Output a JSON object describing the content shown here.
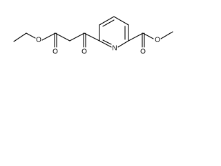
{
  "molecule": {
    "atoms": {
      "ester_o_left": "O",
      "carbonyl_o_left": "O",
      "ketone_o": "O",
      "ring_n": "N",
      "carbonyl_o_right": "O",
      "ester_o_right": "O"
    }
  },
  "colors": {
    "ink": "#000000",
    "background": "#ffffff"
  }
}
